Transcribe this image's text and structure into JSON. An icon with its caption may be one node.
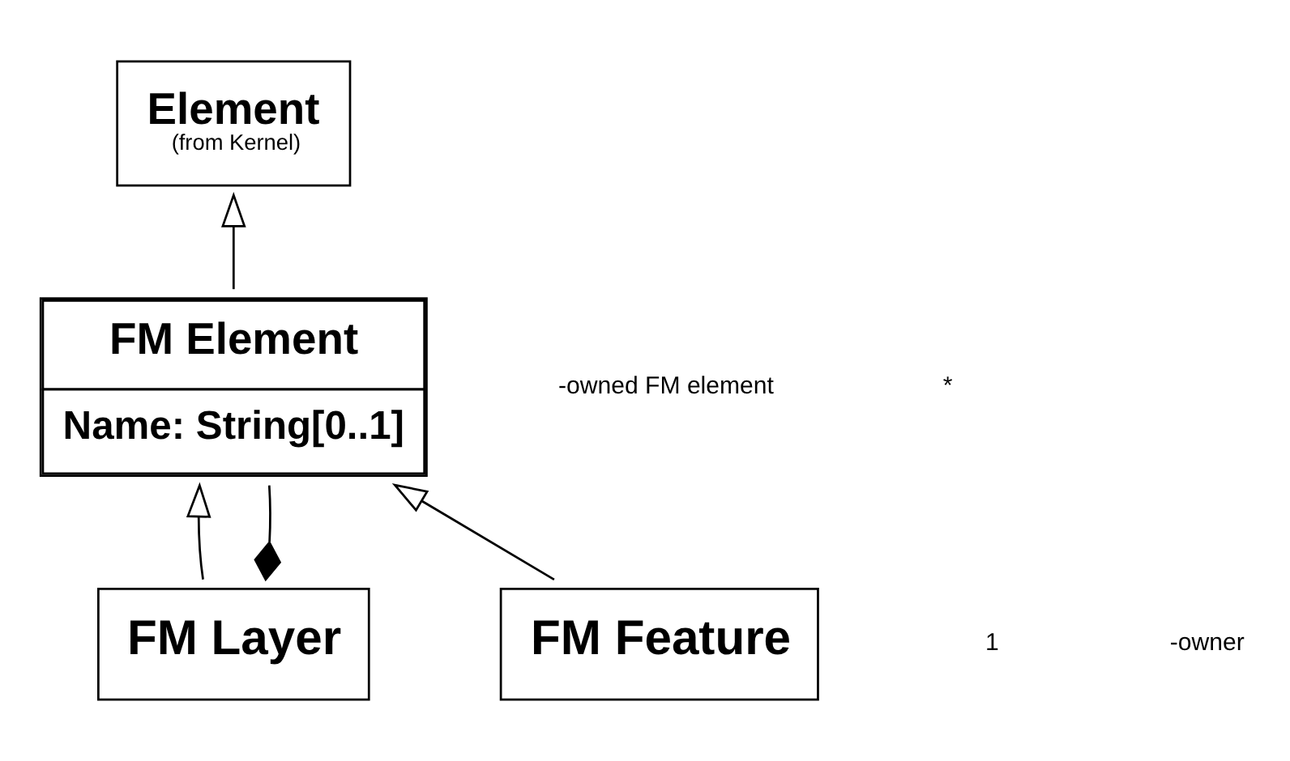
{
  "diagram": {
    "nodes": [
      {
        "text": [
          "Element",
          "(from Kernel)"
        ]
      },
      {
        "text": [
          "FM Element",
          "Name: String[0..1]"
        ]
      },
      {
        "text": [
          "FM Layer"
        ]
      },
      {
        "text": [
          "FM Feature"
        ]
      }
    ],
    "edges": [
      {
        "from": 1,
        "to": 0,
        "arrow": "to"
      },
      {
        "from": 2,
        "to": 1,
        "arrow": "to"
      },
      {
        "from": 3,
        "to": 1,
        "arrow": "to"
      },
      {
        "from": 2,
        "to": 1,
        "arrow": "other"
      }
    ],
    "labels": [
      "-owned FM element",
      "*",
      "1",
      "-owner"
    ]
  }
}
